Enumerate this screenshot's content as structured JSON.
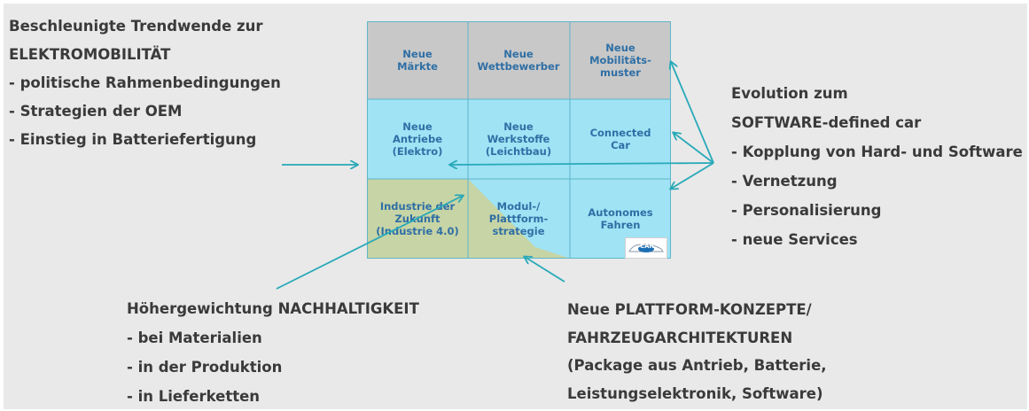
{
  "left_block": {
    "lines": [
      "Beschleunigte Trendwende zur",
      "ELEKTROMOBILITÄT",
      "- politische Rahmenbedingungen",
      "- Strategien der OEM",
      "- Einstieg in Batteriefertigung"
    ]
  },
  "right_block": {
    "lines": [
      "Evolution zum",
      "SOFTWARE-defined car",
      "- Kopplung von Hard- und Software",
      "- Vernetzung",
      "- Personalisierung",
      "- neue Services"
    ]
  },
  "bottom_left_block": {
    "lines": [
      "Höhergewichtung NACHHALTIGKEIT",
      "- bei Materialien",
      "- in der Produktion",
      "- in Lieferketten"
    ]
  },
  "bottom_right_block": {
    "lines": [
      "Neue PLATTFORM-KONZEPTE/",
      "FAHRZEUGARCHITEKTUREN",
      "(Package aus Antrieb, Batterie,",
      "Leistungselektronik, Software)"
    ]
  },
  "matrix": {
    "cells": [
      [
        "Neue\nMärkte",
        "Neue\nWettbewerber",
        "Neue\nMobilitäts-\nmuster"
      ],
      [
        "Neue\nAntriebe\n(Elektro)",
        "Neue\nWerkstoffe\n(Leichtbau)",
        "Connected\nCar"
      ],
      [
        "Industrie der\nZukunft\n(Industrie 4.0)",
        "Modul-/\nPlattform-\nstrategie",
        "Autonomes\nFahren"
      ]
    ],
    "colors": {
      "top_row": "#c8c8c8",
      "middle_row": "#9fe3f5",
      "bottom_green": "#c7d4a5",
      "bottom_blue": "#9fe3f5",
      "text": "#2f6fa5",
      "border": "#5fb6c9"
    }
  },
  "logo": {
    "text": "CAR"
  },
  "arrow_color": "#28a9b8"
}
